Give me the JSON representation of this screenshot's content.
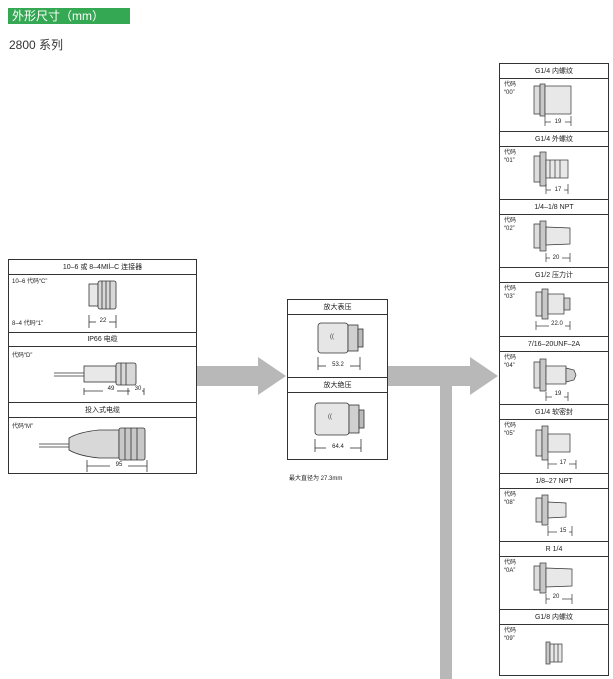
{
  "header": {
    "title": "外形尺寸（mm）",
    "subtitle": "2800 系列",
    "accent_color": "#34a853"
  },
  "left_panel": {
    "connector": {
      "title": "10–6 或 8–4MIl–C 连接器",
      "code_c": "10–6 代码“C”",
      "code_1": "8–4 代码“1”",
      "dim": "22"
    },
    "cable": {
      "title": "IP66 电缆",
      "code": "代码“D”",
      "dim_a": "49",
      "dim_b": "30"
    },
    "submersible": {
      "title": "投入式电缆",
      "code": "代码“M”",
      "dim": "95"
    }
  },
  "middle_panel": {
    "gauge": {
      "title": "放大表压",
      "dim": "53.2"
    },
    "absolute": {
      "title": "放大绝压",
      "dim": "64.4"
    },
    "note": "最大直径为 27.3mm"
  },
  "fittings": [
    {
      "title": "G1/4 内螺纹",
      "code_label": "代码",
      "code": "“00”",
      "dim": "19"
    },
    {
      "title": "G1/4 外螺纹",
      "code_label": "代码",
      "code": "“01”",
      "dim": "17"
    },
    {
      "title": "1/4–1/8 NPT",
      "code_label": "代码",
      "code": "“02”",
      "dim": "20"
    },
    {
      "title": "G1/2 压力计",
      "code_label": "代码",
      "code": "“03”",
      "dim": "22.0"
    },
    {
      "title": "7/16–20UNF–2A",
      "code_label": "代码",
      "code": "“04”",
      "dim": "19"
    },
    {
      "title": "G1/4 软密封",
      "code_label": "代码",
      "code": "“05”",
      "dim": "17"
    },
    {
      "title": "1/8–27 NPT",
      "code_label": "代码",
      "code": "“08”",
      "dim": "15"
    },
    {
      "title": "R 1/4",
      "code_label": "代码",
      "code": "“0A”",
      "dim": "20"
    },
    {
      "title": "G1/8 内螺纹",
      "code_label": "代码",
      "code": "“09”",
      "dim": ""
    }
  ]
}
